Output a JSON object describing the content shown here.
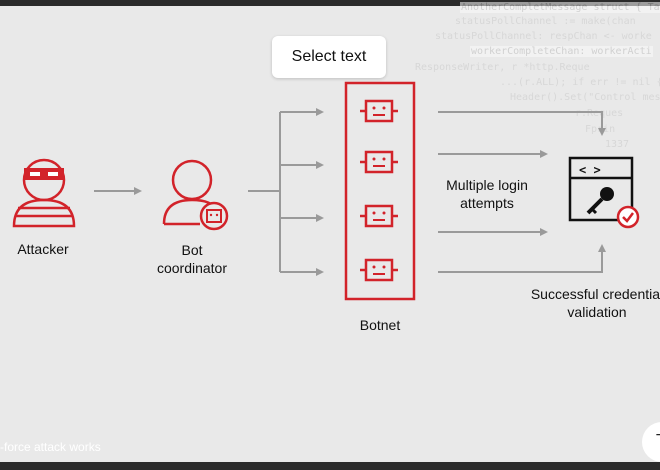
{
  "diagram": {
    "attacker_label": "Attacker",
    "coordinator_label": "Bot coordinator",
    "botnet_label": "Botnet",
    "attempts_label": "Multiple login attempts",
    "success_label": "Successful credential validation"
  },
  "overlay": {
    "select_text": "Select text",
    "caption": "-force attack works",
    "corner_char": "T"
  },
  "code_bg": [
    "  AnotherCompletMessage struct { Targ",
    "  statusPollChannel := make(chan",
    "  statusPollChannel: respChan <- worke",
    "  workerCompleteChan: workerActi",
    "  ResponseWriter, r *http.Reque",
    "  ...(r.ALL); if err != nil { fm",
    "  Header().Set(\"Control message",
    "  r.Reques",
    "  Fprin",
    "  1337"
  ],
  "colors": {
    "accent": "#d2232a",
    "arrow": "#9a9a9a",
    "ink": "#111111",
    "background": "#e9e9e9"
  },
  "icons": [
    "attacker-icon",
    "bot-coordinator-icon",
    "robot-icon",
    "browser-key-icon",
    "check-badge-icon"
  ]
}
